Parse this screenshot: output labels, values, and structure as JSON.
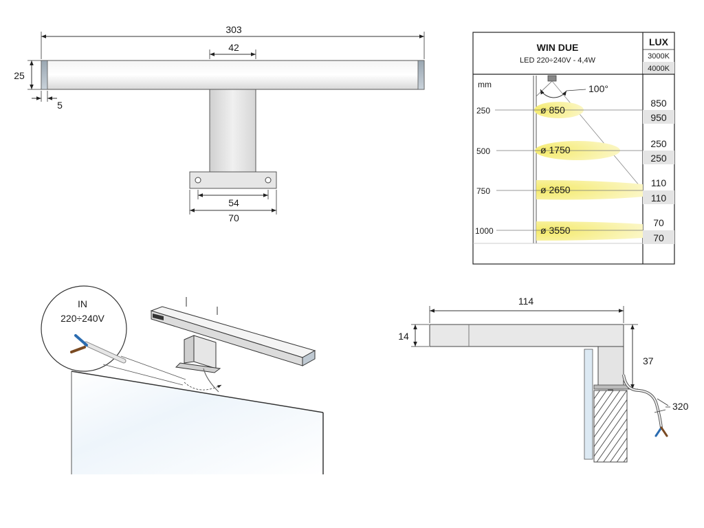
{
  "front_view": {
    "overall_length": "303",
    "bracket_top_width": "42",
    "bar_height": "25",
    "end_cap_width": "5",
    "plate_hole_spacing": "54",
    "plate_width": "70"
  },
  "lux_table": {
    "model": "WIN DUE",
    "spec": "LED 220÷240V - 4,4W",
    "lux_header": "LUX",
    "temp_3000": "3000K",
    "temp_4000": "4000K",
    "unit_label": "mm",
    "beam_angle": "100°",
    "rows": [
      {
        "distance": "250",
        "diameter": "ø 850",
        "lux_3000": "850",
        "lux_4000": "950"
      },
      {
        "distance": "500",
        "diameter": "ø 1750",
        "lux_3000": "250",
        "lux_4000": "250"
      },
      {
        "distance": "750",
        "diameter": "ø 2650",
        "lux_3000": "110",
        "lux_4000": "110"
      },
      {
        "distance": "1000",
        "diameter": "ø 3550",
        "lux_3000": "70",
        "lux_4000": "70"
      }
    ],
    "colors": {
      "beam": "#f6ee8a",
      "shade": "#e4e4e4"
    }
  },
  "install_view": {
    "callout_in": "IN",
    "callout_voltage": "220÷240V"
  },
  "side_view": {
    "depth": "114",
    "arm_thickness": "14",
    "drop": "37",
    "cable_length": "320"
  }
}
